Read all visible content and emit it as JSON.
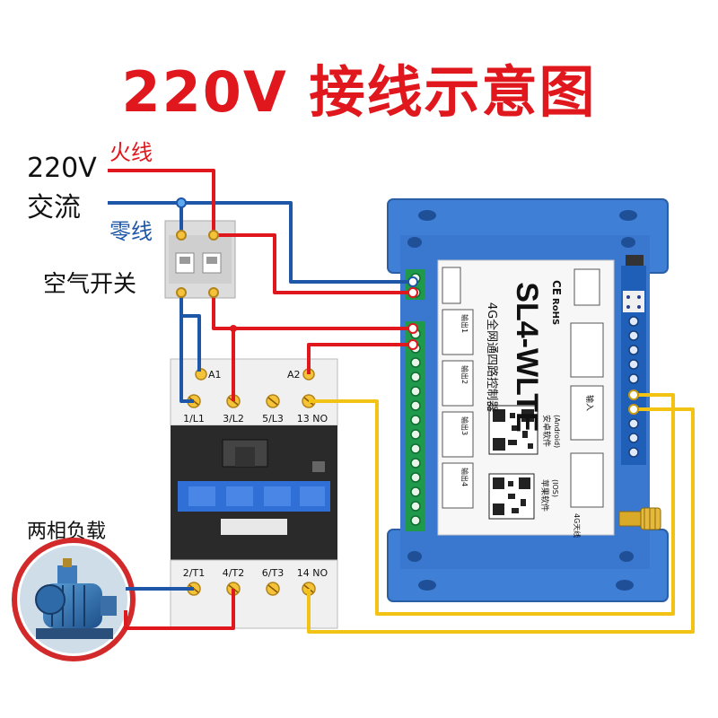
{
  "title": "220V 接线示意图",
  "supply": {
    "voltage": "220V",
    "type": "交流",
    "live": "火线",
    "neutral": "零线"
  },
  "breaker": {
    "label": "空气开关"
  },
  "contactor": {
    "coil_a1": "A1",
    "coil_a2": "A2",
    "top_terminals": [
      "1/L1",
      "3/L2",
      "5/L3",
      "13 NO"
    ],
    "bottom_terminals": [
      "2/T1",
      "4/T2",
      "6/T3",
      "14 NO"
    ]
  },
  "load": {
    "label": "两相负载"
  },
  "controller": {
    "model": "SL4-WLTE",
    "subtitle": "4G全网通四路控制器",
    "rohs": "RoHS",
    "ce": "CE",
    "qr_android": "安卓软件",
    "qr_android_sub": "(Android)",
    "qr_ios": "苹果软件",
    "qr_ios_sub": "(IOS)",
    "relay_labels": [
      "输出1",
      "输出2",
      "输出3",
      "输出4"
    ],
    "input_label": "输入",
    "antenna": "4G天线"
  },
  "colors": {
    "live": "#e0181e",
    "neutral": "#1e57a8",
    "signal": "#f2c215",
    "module": "#3f7fd6"
  }
}
